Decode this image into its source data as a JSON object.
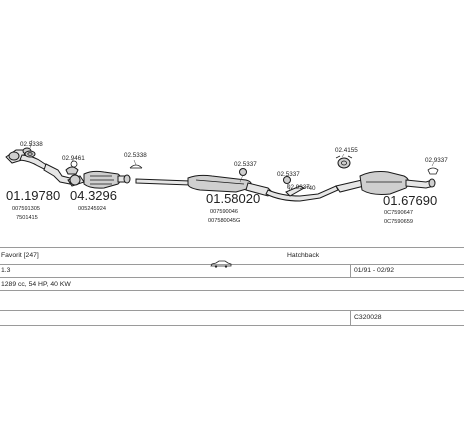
{
  "diagram": {
    "parts": [
      {
        "code": "01.19780",
        "refs": [
          "007591305",
          "7501415"
        ]
      },
      {
        "code": "04.3296",
        "refs": [
          "005245924"
        ]
      },
      {
        "code": "01.58020",
        "refs": [
          "007590046",
          "007580045G"
        ]
      },
      {
        "code": "01.67690",
        "refs": [
          "0C7590647",
          "0C7590659"
        ]
      }
    ],
    "fittings": [
      "02.5338",
      "02.9461",
      "02.5338",
      "02.5337",
      "02.5337",
      "02.9337",
      "02.4155",
      "02.9337"
    ],
    "note": "*40"
  },
  "info": {
    "model": "Favorit [247]",
    "body": "Hatchback",
    "engine": "1.3",
    "dates": "01/91 - 02/92",
    "specs": "1289 cc, 54 HP, 40 KW",
    "catalog": "C320028"
  },
  "icons": {
    "car": "car-icon"
  }
}
